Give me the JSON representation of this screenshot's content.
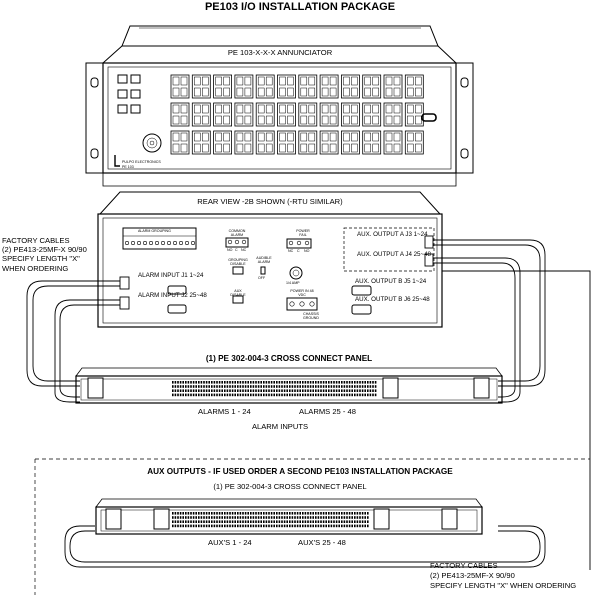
{
  "title": "PE103 I/O INSTALLATION PACKAGE",
  "annunciator": {
    "label": "PE 103-X-X-X  ANNUNCIATOR",
    "brand": "PULPO ELECTRONICS",
    "model": "PE 103"
  },
  "rear_view": {
    "label": "REAR VIEW -2B SHOWN (-RTU SIMILAR)",
    "terminal_block_title": "ALARM GROUPING",
    "common_alarm": "COMMON ALARM",
    "nc": "NC",
    "c": "C",
    "no": "NO",
    "power_fail": "POWER FAIL",
    "grouping_disable": "GROUPING DISABLE",
    "aux_disable": "AUX DISABLE",
    "audible_alarm": "AUDIBLE ALARM",
    "off": "OFF",
    "fuse": "1/4 AMP",
    "power_in": "POWER IN 48 VDC",
    "chassis_ground": "CHASSIS GROUND",
    "alarm_input_j1": "ALARM INPUT   J1   1~24",
    "alarm_input_j2": "ALARM INPUT   J2   25~48",
    "aux_output_a_j3": "AUX. OUTPUT   A   J3   1~24",
    "aux_output_a_j4": "AUX. OUTPUT   A   J4   25~48",
    "aux_output_b_j5": "AUX. OUTPUT   B   J5   1~24",
    "aux_output_b_j6": "AUX. OUTPUT   B   J6   25~48"
  },
  "factory_cables_left": "FACTORY CABLES\n(2) PE413-25MF-X 90/90\nSPECIFY LENGTH \"X\"\nWHEN ORDERING",
  "cross_connect_panel_1": {
    "title": "(1) PE 302-004-3 CROSS CONNECT PANEL",
    "label_left": "ALARMS 1 - 24",
    "label_right": "ALARMS 25 - 48",
    "caption": "ALARM INPUTS"
  },
  "aux_section": {
    "title": "AUX OUTPUTS  - IF USED ORDER A SECOND PE103 INSTALLATION PACKAGE",
    "panel_title": "(1) PE 302-004-3 CROSS CONNECT PANEL",
    "label_left": "AUX'S 1 - 24",
    "label_right": "AUX'S 25 - 48"
  },
  "factory_cables_bottom": {
    "line1": "FACTORY CABLES",
    "line2": "(2) PE413-25MF-X 90/90",
    "line3": "SPECIFY LENGTH \"X\" WHEN ORDERING"
  }
}
